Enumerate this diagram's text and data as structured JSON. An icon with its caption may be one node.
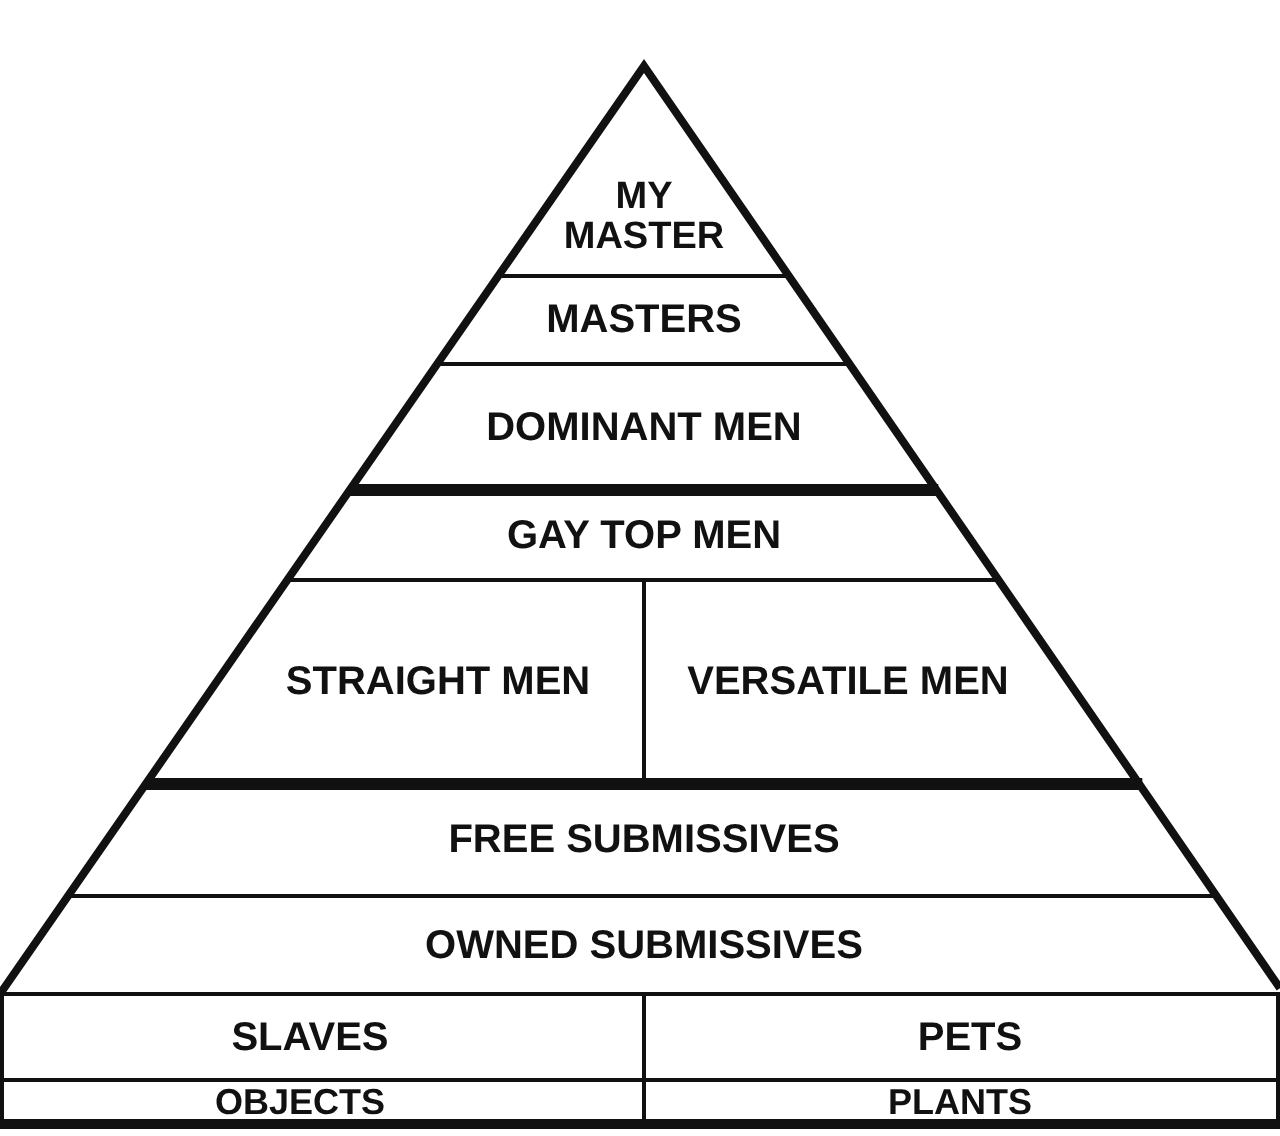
{
  "diagram": {
    "nodes": [
      {
        "text": [
          "MY MASTER"
        ]
      },
      {
        "text": [
          "MASTERS"
        ]
      },
      {
        "text": [
          "DOMINANT MEN"
        ]
      },
      {
        "text": [
          "GAY TOP MEN"
        ]
      },
      {
        "text": [
          "STRAIGHT MEN"
        ]
      },
      {
        "text": [
          "VERSATILE MEN"
        ]
      },
      {
        "text": [
          "FREE SUBMISSIVES"
        ]
      },
      {
        "text": [
          "OWNED SUBMISSIVES"
        ]
      },
      {
        "text": [
          "SLAVES"
        ]
      },
      {
        "text": [
          "PETS"
        ]
      },
      {
        "text": [
          "OBJECTS"
        ]
      },
      {
        "text": [
          "PLANTS"
        ]
      }
    ]
  }
}
